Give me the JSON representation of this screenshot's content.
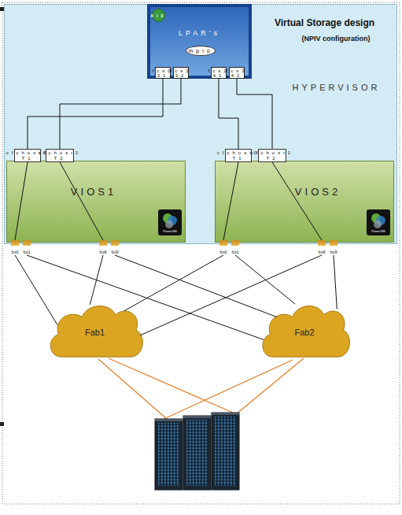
{
  "diagram": {
    "title": "Virtual Storage design",
    "nodes": [
      {
        "text": [
          "HYPERVISOR"
        ]
      },
      {
        "text": [
          "LPAR's"
        ],
        "in": 0
      },
      {
        "text": [
          "AIX"
        ],
        "in": 1
      },
      {
        "text": [
          "mpio"
        ],
        "in": 1
      },
      {
        "text": [
          "fcs0",
          "31"
        ],
        "in": 1
      },
      {
        "text": [
          "fcs1",
          "32"
        ],
        "in": 1
      },
      {
        "text": [
          "fcs2",
          "41"
        ],
        "in": 1
      },
      {
        "text": [
          "fcs3",
          "42"
        ],
        "in": 1
      },
      {
        "text": [
          "vfchost0",
          "T1"
        ],
        "in": 0
      },
      {
        "text": [
          "vfchost1",
          "T2"
        ],
        "in": 0
      },
      {
        "text": [
          "vfchost0",
          "T1"
        ],
        "in": 0
      },
      {
        "text": [
          "vfchost1",
          "T2"
        ],
        "in": 0
      },
      {
        "text": [
          "VIOS1"
        ],
        "in": 0
      },
      {
        "text": [
          "VIOS2"
        ],
        "in": 0
      },
      {
        "text": [
          "fcs0"
        ]
      },
      {
        "text": [
          "fcs1"
        ]
      },
      {
        "text": [
          "fcs8"
        ]
      },
      {
        "text": [
          "fcs9"
        ]
      },
      {
        "text": [
          "fcs0"
        ]
      },
      {
        "text": [
          "fcs1"
        ]
      },
      {
        "text": [
          "fcs8"
        ]
      },
      {
        "text": [
          "fcs9"
        ]
      },
      {
        "text": [
          "Fab1"
        ]
      },
      {
        "text": [
          "Fab2"
        ]
      }
    ],
    "edges": [
      {
        "from": 4,
        "to": 8,
        "arrow": "none"
      },
      {
        "from": 5,
        "to": 9,
        "arrow": "none"
      },
      {
        "from": 6,
        "to": 10,
        "arrow": "none"
      },
      {
        "from": 7,
        "to": 11,
        "arrow": "none"
      },
      {
        "from": 8,
        "to": 14,
        "arrow": "none"
      },
      {
        "from": 9,
        "to": 16,
        "arrow": "none"
      },
      {
        "from": 10,
        "to": 18,
        "arrow": "none"
      },
      {
        "from": 11,
        "to": 20,
        "arrow": "none"
      },
      {
        "from": 14,
        "to": 22,
        "arrow": "none"
      },
      {
        "from": 15,
        "to": 23,
        "arrow": "none"
      },
      {
        "from": 16,
        "to": 22,
        "arrow": "none"
      },
      {
        "from": 17,
        "to": 23,
        "arrow": "none"
      },
      {
        "from": 18,
        "to": 22,
        "arrow": "none"
      },
      {
        "from": 19,
        "to": 23,
        "arrow": "none"
      },
      {
        "from": 20,
        "to": 22,
        "arrow": "none"
      },
      {
        "from": 21,
        "to": 23,
        "arrow": "none"
      }
    ],
    "labels": [
      "(NPIV configuration)",
      "PowerVM",
      "PowerVM"
    ]
  }
}
